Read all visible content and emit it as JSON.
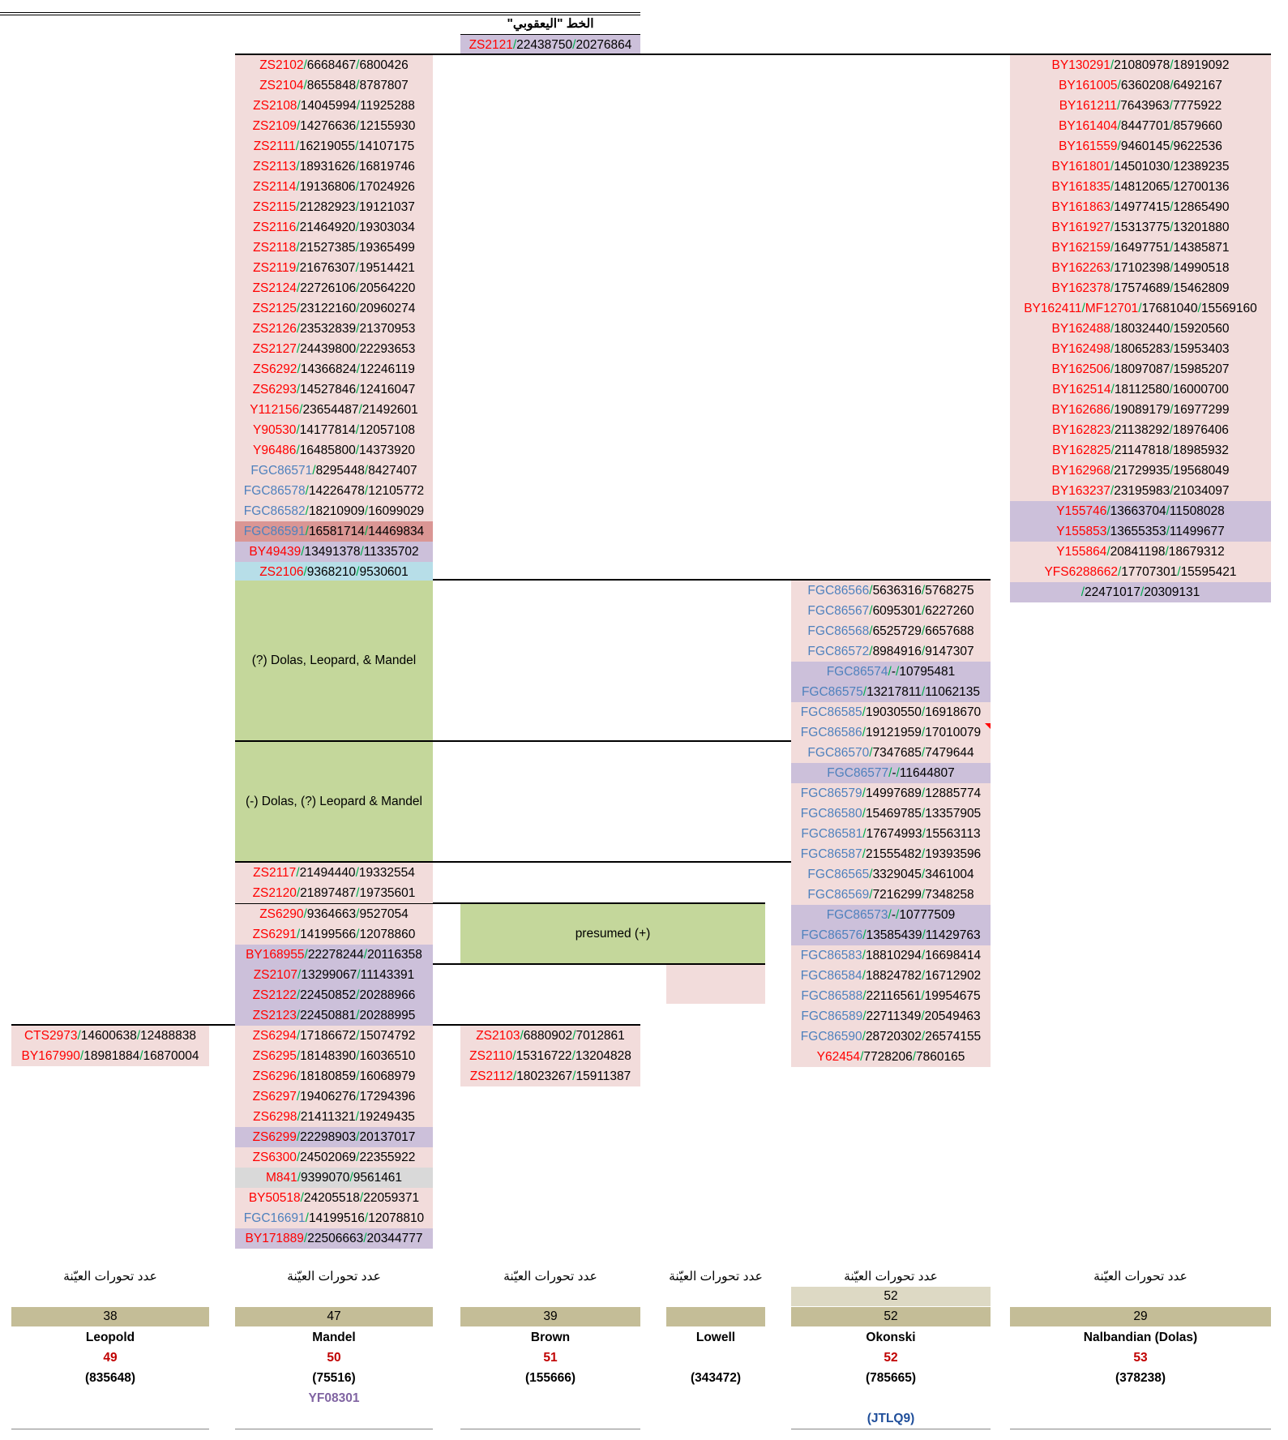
{
  "header": {
    "title": "الخط \"اليعقوبي\"",
    "top_snp": {
      "name": "ZS2121",
      "pos1": "22438750",
      "pos2": "20276864"
    }
  },
  "mandel_top": [
    {
      "n": "ZS2102",
      "a": "6668467",
      "b": "6800426",
      "c": "pink",
      "nc": "red"
    },
    {
      "n": "ZS2104",
      "a": "8655848",
      "b": "8787807",
      "c": "pink",
      "nc": "red"
    },
    {
      "n": "ZS2108",
      "a": "14045994",
      "b": "11925288",
      "c": "pink",
      "nc": "red"
    },
    {
      "n": "ZS2109",
      "a": "14276636",
      "b": "12155930",
      "c": "pink",
      "nc": "red"
    },
    {
      "n": "ZS2111",
      "a": "16219055",
      "b": "14107175",
      "c": "pink",
      "nc": "red"
    },
    {
      "n": "ZS2113",
      "a": "18931626",
      "b": "16819746",
      "c": "pink",
      "nc": "red"
    },
    {
      "n": "ZS2114",
      "a": "19136806",
      "b": "17024926",
      "c": "pink",
      "nc": "red"
    },
    {
      "n": "ZS2115",
      "a": "21282923",
      "b": "19121037",
      "c": "pink",
      "nc": "red"
    },
    {
      "n": "ZS2116",
      "a": "21464920",
      "b": "19303034",
      "c": "pink",
      "nc": "red"
    },
    {
      "n": "ZS2118",
      "a": "21527385",
      "b": "19365499",
      "c": "pink",
      "nc": "red"
    },
    {
      "n": "ZS2119",
      "a": "21676307",
      "b": "19514421",
      "c": "pink",
      "nc": "red"
    },
    {
      "n": "ZS2124",
      "a": "22726106",
      "b": "20564220",
      "c": "pink",
      "nc": "red"
    },
    {
      "n": "ZS2125",
      "a": "23122160",
      "b": "20960274",
      "c": "pink",
      "nc": "red"
    },
    {
      "n": "ZS2126",
      "a": "23532839",
      "b": "21370953",
      "c": "pink",
      "nc": "red"
    },
    {
      "n": "ZS2127",
      "a": "24439800",
      "b": "22293653",
      "c": "pink",
      "nc": "red"
    },
    {
      "n": "ZS6292",
      "a": "14366824",
      "b": "12246119",
      "c": "pink",
      "nc": "red"
    },
    {
      "n": "ZS6293",
      "a": "14527846",
      "b": "12416047",
      "c": "pink",
      "nc": "red"
    },
    {
      "n": "Y112156",
      "a": "23654487",
      "b": "21492601",
      "c": "pink",
      "nc": "red"
    },
    {
      "n": "Y90530",
      "a": "14177814",
      "b": "12057108",
      "c": "pink",
      "nc": "red"
    },
    {
      "n": "Y96486",
      "a": "16485800",
      "b": "14373920",
      "c": "pink",
      "nc": "red"
    },
    {
      "n": "FGC86571",
      "a": "8295448",
      "b": "8427407",
      "c": "pink",
      "nc": "blu"
    },
    {
      "n": "FGC86578",
      "a": "14226478",
      "b": "12105772",
      "c": "pink",
      "nc": "blu"
    },
    {
      "n": "FGC86582",
      "a": "18210909",
      "b": "16099029",
      "c": "pink",
      "nc": "blu"
    },
    {
      "n": "FGC86591",
      "a": "16581714",
      "b": "14469834",
      "c": "rose",
      "nc": "blu"
    },
    {
      "n": "BY49439",
      "a": "13491378",
      "b": "11335702",
      "c": "lav",
      "nc": "red"
    },
    {
      "n": "ZS2106",
      "a": "9368210",
      "b": "9530601",
      "c": "blue",
      "nc": "red"
    }
  ],
  "nalbandian": [
    {
      "n": "BY130291",
      "a": "21080978",
      "b": "18919092",
      "c": "pink",
      "nc": "red"
    },
    {
      "n": "BY161005",
      "a": "6360208",
      "b": "6492167",
      "c": "pink",
      "nc": "red"
    },
    {
      "n": "BY161211",
      "a": "7643963",
      "b": "7775922",
      "c": "pink",
      "nc": "red"
    },
    {
      "n": "BY161404",
      "a": "8447701",
      "b": "8579660",
      "c": "pink",
      "nc": "red"
    },
    {
      "n": "BY161559",
      "a": "9460145",
      "b": "9622536",
      "c": "pink",
      "nc": "red"
    },
    {
      "n": "BY161801",
      "a": "14501030",
      "b": "12389235",
      "c": "pink",
      "nc": "red"
    },
    {
      "n": "BY161835",
      "a": "14812065",
      "b": "12700136",
      "c": "pink",
      "nc": "red"
    },
    {
      "n": "BY161863",
      "a": "14977415",
      "b": "12865490",
      "c": "pink",
      "nc": "red"
    },
    {
      "n": "BY161927",
      "a": "15313775",
      "b": "13201880",
      "c": "pink",
      "nc": "red"
    },
    {
      "n": "BY162159",
      "a": "16497751",
      "b": "14385871",
      "c": "pink",
      "nc": "red"
    },
    {
      "n": "BY162263",
      "a": "17102398",
      "b": "14990518",
      "c": "pink",
      "nc": "red"
    },
    {
      "n": "BY162378",
      "a": "17574689",
      "b": "15462809",
      "c": "pink",
      "nc": "red"
    },
    {
      "n": "BY162411",
      "n2": "MF12701",
      "a": "17681040",
      "b": "15569160",
      "c": "pink",
      "nc": "red"
    },
    {
      "n": "BY162488",
      "a": "18032440",
      "b": "15920560",
      "c": "pink",
      "nc": "red"
    },
    {
      "n": "BY162498",
      "a": "18065283",
      "b": "15953403",
      "c": "pink",
      "nc": "red"
    },
    {
      "n": "BY162506",
      "a": "18097087",
      "b": "15985207",
      "c": "pink",
      "nc": "red"
    },
    {
      "n": "BY162514",
      "a": "18112580",
      "b": "16000700",
      "c": "pink",
      "nc": "red"
    },
    {
      "n": "BY162686",
      "a": "19089179",
      "b": "16977299",
      "c": "pink",
      "nc": "red"
    },
    {
      "n": "BY162823",
      "a": "21138292",
      "b": "18976406",
      "c": "pink",
      "nc": "red"
    },
    {
      "n": "BY162825",
      "a": "21147818",
      "b": "18985932",
      "c": "pink",
      "nc": "red"
    },
    {
      "n": "BY162968",
      "a": "21729935",
      "b": "19568049",
      "c": "pink",
      "nc": "red"
    },
    {
      "n": "BY163237",
      "a": "23195983",
      "b": "21034097",
      "c": "pink",
      "nc": "red"
    },
    {
      "n": "Y155746",
      "a": "13663704",
      "b": "11508028",
      "c": "lav",
      "nc": "red"
    },
    {
      "n": "Y155853",
      "a": "13655353",
      "b": "11499677",
      "c": "lav",
      "nc": "red"
    },
    {
      "n": "Y155864",
      "a": "20841198",
      "b": "18679312",
      "c": "pink",
      "nc": "red"
    },
    {
      "n": "YFS6288662",
      "a": "17707301",
      "b": "15595421",
      "c": "pink",
      "nc": "red"
    },
    {
      "n": "",
      "a": "22471017",
      "b": "20309131",
      "c": "lav",
      "nc": "red"
    }
  ],
  "okonski": [
    {
      "n": "FGC86566",
      "a": "5636316",
      "b": "5768275",
      "c": "pink",
      "nc": "blu"
    },
    {
      "n": "FGC86567",
      "a": "6095301",
      "b": "6227260",
      "c": "pink",
      "nc": "blu"
    },
    {
      "n": "FGC86568",
      "a": "6525729",
      "b": "6657688",
      "c": "pink",
      "nc": "blu"
    },
    {
      "n": "FGC86572",
      "a": "8984916",
      "b": "9147307",
      "c": "pink",
      "nc": "blu"
    },
    {
      "n": "FGC86574",
      "a": "-",
      "b": "10795481",
      "c": "lav",
      "nc": "blu"
    },
    {
      "n": "FGC86575",
      "a": "13217811",
      "b": "11062135",
      "c": "lav",
      "nc": "blu"
    },
    {
      "n": "FGC86585",
      "a": "19030550",
      "b": "16918670",
      "c": "pink",
      "nc": "blu"
    },
    {
      "n": "FGC86586",
      "a": "19121959",
      "b": "17010079",
      "c": "pink",
      "nc": "blu"
    },
    {
      "n": "FGC86570",
      "a": "7347685",
      "b": "7479644",
      "c": "pink",
      "nc": "blu"
    },
    {
      "n": "FGC86577",
      "a": "-",
      "b": "11644807",
      "c": "lav",
      "nc": "blu"
    },
    {
      "n": "FGC86579",
      "a": "14997689",
      "b": "12885774",
      "c": "pink",
      "nc": "blu"
    },
    {
      "n": "FGC86580",
      "a": "15469785",
      "b": "13357905",
      "c": "pink",
      "nc": "blu"
    },
    {
      "n": "FGC86581",
      "a": "17674993",
      "b": "15563113",
      "c": "pink",
      "nc": "blu"
    },
    {
      "n": "FGC86587",
      "a": "21555482",
      "b": "19393596",
      "c": "pink",
      "nc": "blu"
    },
    {
      "n": "FGC86565",
      "a": "3329045",
      "b": "3461004",
      "c": "pink",
      "nc": "blu"
    },
    {
      "n": "FGC86569",
      "a": "7216299",
      "b": "7348258",
      "c": "pink",
      "nc": "blu"
    },
    {
      "n": "FGC86573",
      "a": "-",
      "b": "10777509",
      "c": "lav",
      "nc": "blu"
    },
    {
      "n": "FGC86576",
      "a": "13585439",
      "b": "11429763",
      "c": "lav",
      "nc": "blu"
    },
    {
      "n": "FGC86583",
      "a": "18810294",
      "b": "16698414",
      "c": "pink",
      "nc": "blu"
    },
    {
      "n": "FGC86584",
      "a": "18824782",
      "b": "16712902",
      "c": "pink",
      "nc": "blu"
    },
    {
      "n": "FGC86588",
      "a": "22116561",
      "b": "19954675",
      "c": "pink",
      "nc": "blu"
    },
    {
      "n": "FGC86589",
      "a": "22711349",
      "b": "20549463",
      "c": "pink",
      "nc": "blu"
    },
    {
      "n": "FGC86590",
      "a": "28720302",
      "b": "26574155",
      "c": "pink",
      "nc": "blu"
    },
    {
      "n": "Y62454",
      "a": "7728206",
      "b": "7860165",
      "c": "pink",
      "nc": "red"
    }
  ],
  "mandel_mid1": [
    {
      "n": "ZS2117",
      "a": "21494440",
      "b": "19332554",
      "c": "pink",
      "nc": "red"
    },
    {
      "n": "ZS2120",
      "a": "21897487",
      "b": "19735601",
      "c": "pink",
      "nc": "red"
    }
  ],
  "mandel_mid2": [
    {
      "n": "ZS6290",
      "a": "9364663",
      "b": "9527054",
      "c": "pink",
      "nc": "red"
    },
    {
      "n": "ZS6291",
      "a": "14199566",
      "b": "12078860",
      "c": "pink",
      "nc": "red"
    },
    {
      "n": "BY168955",
      "a": "22278244",
      "b": "20116358",
      "c": "lav",
      "nc": "red"
    }
  ],
  "mandel_mid3": [
    {
      "n": "ZS2107",
      "a": "13299067",
      "b": "11143391",
      "c": "lav",
      "nc": "red"
    },
    {
      "n": "ZS2122",
      "a": "22450852",
      "b": "20288966",
      "c": "lav",
      "nc": "red"
    },
    {
      "n": "ZS2123",
      "a": "22450881",
      "b": "20288995",
      "c": "lav",
      "nc": "red"
    }
  ],
  "mandel_bottom": [
    {
      "n": "ZS6294",
      "a": "17186672",
      "b": "15074792",
      "c": "pink",
      "nc": "red"
    },
    {
      "n": "ZS6295",
      "a": "18148390",
      "b": "16036510",
      "c": "pink",
      "nc": "red"
    },
    {
      "n": "ZS6296",
      "a": "18180859",
      "b": "16068979",
      "c": "pink",
      "nc": "red"
    },
    {
      "n": "ZS6297",
      "a": "19406276",
      "b": "17294396",
      "c": "pink",
      "nc": "red"
    },
    {
      "n": "ZS6298",
      "a": "21411321",
      "b": "19249435",
      "c": "pink",
      "nc": "red"
    },
    {
      "n": "ZS6299",
      "a": "22298903",
      "b": "20137017",
      "c": "lav",
      "nc": "red"
    },
    {
      "n": "ZS6300",
      "a": "24502069",
      "b": "22355922",
      "c": "pink",
      "nc": "red"
    },
    {
      "n": "M841",
      "a": "9399070",
      "b": "9561461",
      "c": "grey",
      "nc": "red"
    },
    {
      "n": "BY50518",
      "a": "24205518",
      "b": "22059371",
      "c": "pink",
      "nc": "red"
    },
    {
      "n": "FGC16691",
      "a": "14199516",
      "b": "12078810",
      "c": "pink",
      "nc": "blu"
    },
    {
      "n": "BY171889",
      "a": "22506663",
      "b": "20344777",
      "c": "lav",
      "nc": "red"
    }
  ],
  "leopold": [
    {
      "n": "CTS2973",
      "a": "14600638",
      "b": "12488838",
      "c": "pink",
      "nc": "red"
    },
    {
      "n": "BY167990",
      "a": "18981884",
      "b": "16870004",
      "c": "pink",
      "nc": "red"
    }
  ],
  "brown": [
    {
      "n": "ZS2103",
      "a": "6880902",
      "b": "7012861",
      "c": "pink",
      "nc": "red"
    },
    {
      "n": "ZS2110",
      "a": "15316722",
      "b": "13204828",
      "c": "pink",
      "nc": "red"
    },
    {
      "n": "ZS2112",
      "a": "18023267",
      "b": "15911387",
      "c": "pink",
      "nc": "red"
    }
  ],
  "blocks": {
    "green1": "(?) Dolas, Leopard, & Mandel",
    "green2": "(-) Dolas, (?) Leopard & Mandel",
    "green3": "presumed (+)"
  },
  "summary": {
    "label": "عدد تحورات العيّنة",
    "columns": [
      {
        "key": "leopold",
        "count": "38",
        "name": "Leopold",
        "num": "49",
        "kit": "(835648)"
      },
      {
        "key": "mandel",
        "count": "47",
        "name": "Mandel",
        "num": "50",
        "kit": "(75516)",
        "extra": "YF08301"
      },
      {
        "key": "brown",
        "count": "39",
        "name": "Brown",
        "num": "51",
        "kit": "(155666)"
      },
      {
        "key": "lowell",
        "count": "",
        "name": "Lowell",
        "num": "",
        "kit": "(343472)"
      },
      {
        "key": "okonski",
        "count": "52",
        "count_top": "52",
        "name": "Okonski",
        "num": "52",
        "kit": "(785665)",
        "extra": "(JTLQ9)"
      },
      {
        "key": "nalbandian",
        "count": "29",
        "name": "Nalbandian (Dolas)",
        "num": "53",
        "kit": "(378238)"
      }
    ]
  },
  "colors": {
    "pink": "#f2dcdb",
    "lavender": "#ccc0da",
    "green": "#c4d79b",
    "khaki": "#c4bd97",
    "red": "#ff0000",
    "blue": "#4f81bd",
    "sep": "#00b050"
  }
}
